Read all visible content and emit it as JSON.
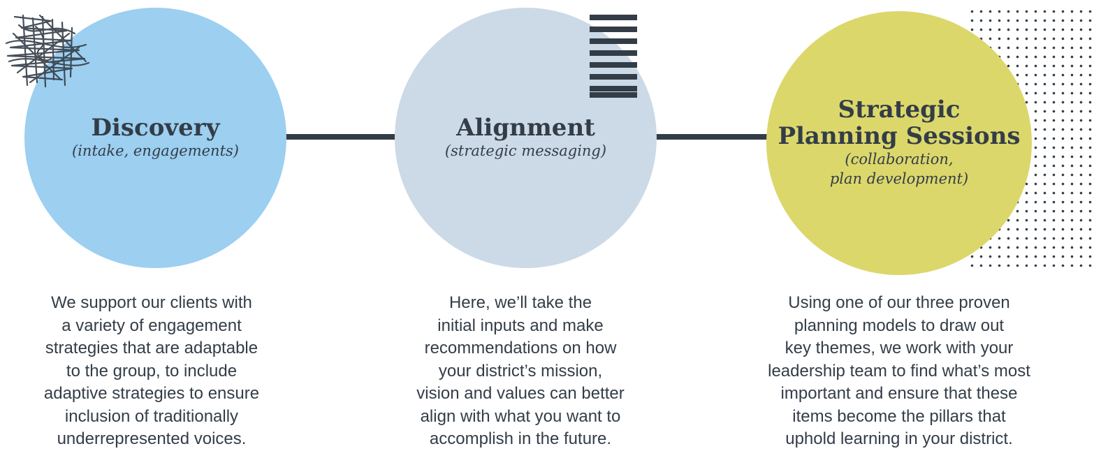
{
  "colors": {
    "discovery": "#9ccff0",
    "alignment": "#ccd9e6",
    "planning": "#dbd76b",
    "ink": "#333d47"
  },
  "decorations": [
    "scribble",
    "stripes",
    "dot-pattern"
  ],
  "stages": [
    {
      "title": "Discovery",
      "subtitle": "(intake, engagements)",
      "description": "We support our clients with\na variety of engagement\nstrategies that are adaptable\nto the group, to include\nadaptive strategies to ensure\ninclusion of traditionally\nunderrepresented voices."
    },
    {
      "title": "Alignment",
      "subtitle": "(strategic messaging)",
      "description": "Here, we’ll take the\ninitial inputs and make\nrecommendations on how\nyour district’s mission,\nvision and values can better\nalign with what you want to\naccomplish in the future."
    },
    {
      "title": "Strategic\nPlanning Sessions",
      "subtitle": "(collaboration,\nplan development)",
      "description": "Using one of our three proven\nplanning models to draw out\nkey themes, we work with your\nleadership team to find what’s most\nimportant and ensure that these\nitems become the pillars that\nuphold learning in your district."
    }
  ]
}
